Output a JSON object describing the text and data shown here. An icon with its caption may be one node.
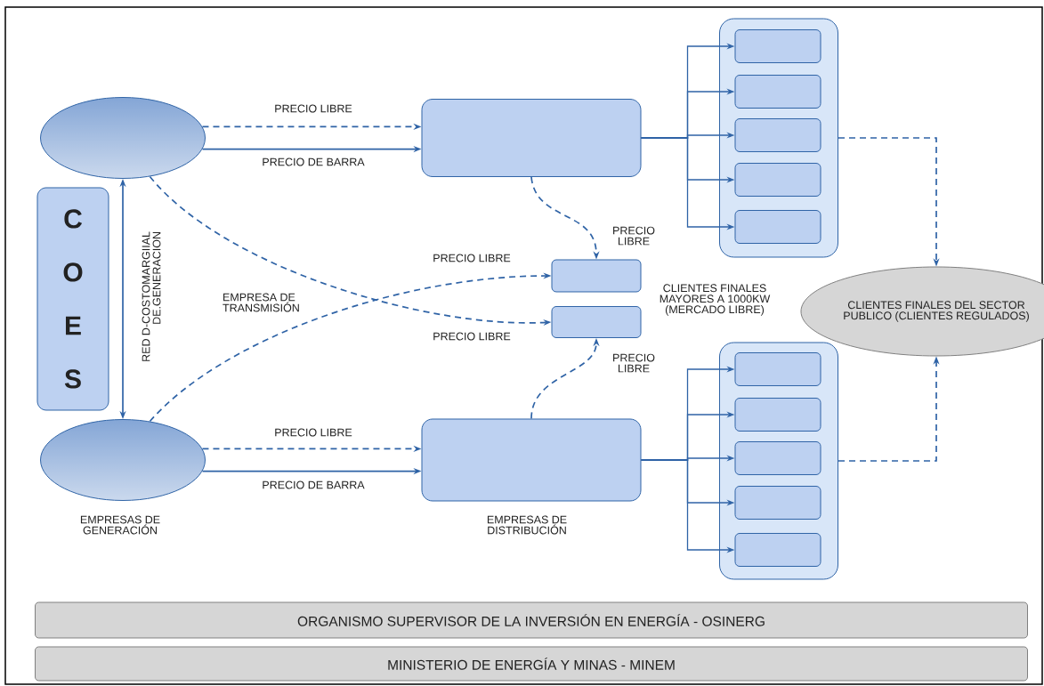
{
  "diagram": {
    "nodes": [
      {
        "text": [],
        "shape": "ellipse"
      },
      {
        "text": [
          "C O E S"
        ]
      },
      {
        "text": [],
        "shape": "ellipse"
      },
      {
        "text": [],
        "shape": "box"
      },
      {
        "text": [],
        "shape": "box"
      },
      {
        "text": [],
        "shape": "box"
      },
      {
        "text": [],
        "shape": "box",
        "in": 5
      },
      {
        "text": [],
        "shape": "box",
        "in": 5
      },
      {
        "text": [],
        "shape": "box",
        "in": 5
      },
      {
        "text": [],
        "shape": "box",
        "in": 5
      },
      {
        "text": [],
        "shape": "box",
        "in": 5
      },
      {
        "text": [],
        "shape": "box"
      },
      {
        "text": [],
        "shape": "box"
      },
      {
        "text": [
          "CLIENTES FINALES DEL SECTOR PUBLICO (CLIENTES REGULADOS)"
        ]
      },
      {
        "text": [],
        "shape": "box"
      },
      {
        "text": [],
        "shape": "box",
        "in": 14
      },
      {
        "text": [],
        "shape": "box",
        "in": 14
      },
      {
        "text": [],
        "shape": "box",
        "in": 14
      },
      {
        "text": [],
        "shape": "box",
        "in": 14
      },
      {
        "text": [],
        "shape": "box",
        "in": 14
      },
      {
        "text": [
          "ORGANISMO SUPERVISOR DE LA INVERSIÓN EN ENERGÍA - OSINERG"
        ]
      },
      {
        "text": [
          "MINISTERIO DE ENERGÍA Y MINAS - MINEM"
        ]
      }
    ],
    "edges": [
      {
        "from": 0,
        "to": 3,
        "arrow": "to",
        "style": "dashed",
        "label": "PRECIO LIBRE"
      },
      {
        "from": 0,
        "to": 3,
        "arrow": "to",
        "label": "PRECIO DE BARRA"
      },
      {
        "from": 0,
        "to": 2,
        "arrow": "both",
        "label": "RED D-COSTOMARGIIAL DE.GENERACION"
      },
      {
        "from": 0,
        "to": 12,
        "arrow": "to",
        "style": "dashed",
        "label": "PRECIO LIBRE"
      },
      {
        "from": 2,
        "to": 11,
        "arrow": "to",
        "style": "dashed",
        "label": "PRECIO LIBRE"
      },
      {
        "from": 3,
        "to": 11,
        "arrow": "to",
        "style": "dashed",
        "label": "PRECIO LIBRE"
      },
      {
        "from": 4,
        "to": 12,
        "arrow": "to",
        "style": "dashed",
        "label": "PRECIO LIBRE"
      },
      {
        "from": 2,
        "to": 4,
        "arrow": "to",
        "style": "dashed",
        "label": "PRECIO LIBRE"
      },
      {
        "from": 2,
        "to": 4,
        "arrow": "to",
        "label": "PRECIO DE BARRA"
      },
      {
        "from": 3,
        "to": 6,
        "arrow": "to"
      },
      {
        "from": 3,
        "to": 7,
        "arrow": "to"
      },
      {
        "from": 3,
        "to": 8,
        "arrow": "to"
      },
      {
        "from": 3,
        "to": 9,
        "arrow": "to"
      },
      {
        "from": 3,
        "to": 10,
        "arrow": "to"
      },
      {
        "from": 4,
        "to": 15,
        "arrow": "to"
      },
      {
        "from": 4,
        "to": 16,
        "arrow": "to"
      },
      {
        "from": 4,
        "to": 17,
        "arrow": "to"
      },
      {
        "from": 4,
        "to": 18,
        "arrow": "to"
      },
      {
        "from": 4,
        "to": 19,
        "arrow": "to"
      },
      {
        "from": 5,
        "to": 13,
        "arrow": "to",
        "style": "dashed"
      },
      {
        "from": 14,
        "to": 13,
        "arrow": "to",
        "style": "dashed"
      }
    ],
    "labels": [
      "EMPRESA DE TRANSMISIÓN",
      "CLIENTES FINALES MAYORES A 1000KW (MERCADO LIBRE)",
      "EMPRESAS DE GENERACIÓN",
      "EMPRESAS DE DISTRIBUCIÓN"
    ]
  }
}
